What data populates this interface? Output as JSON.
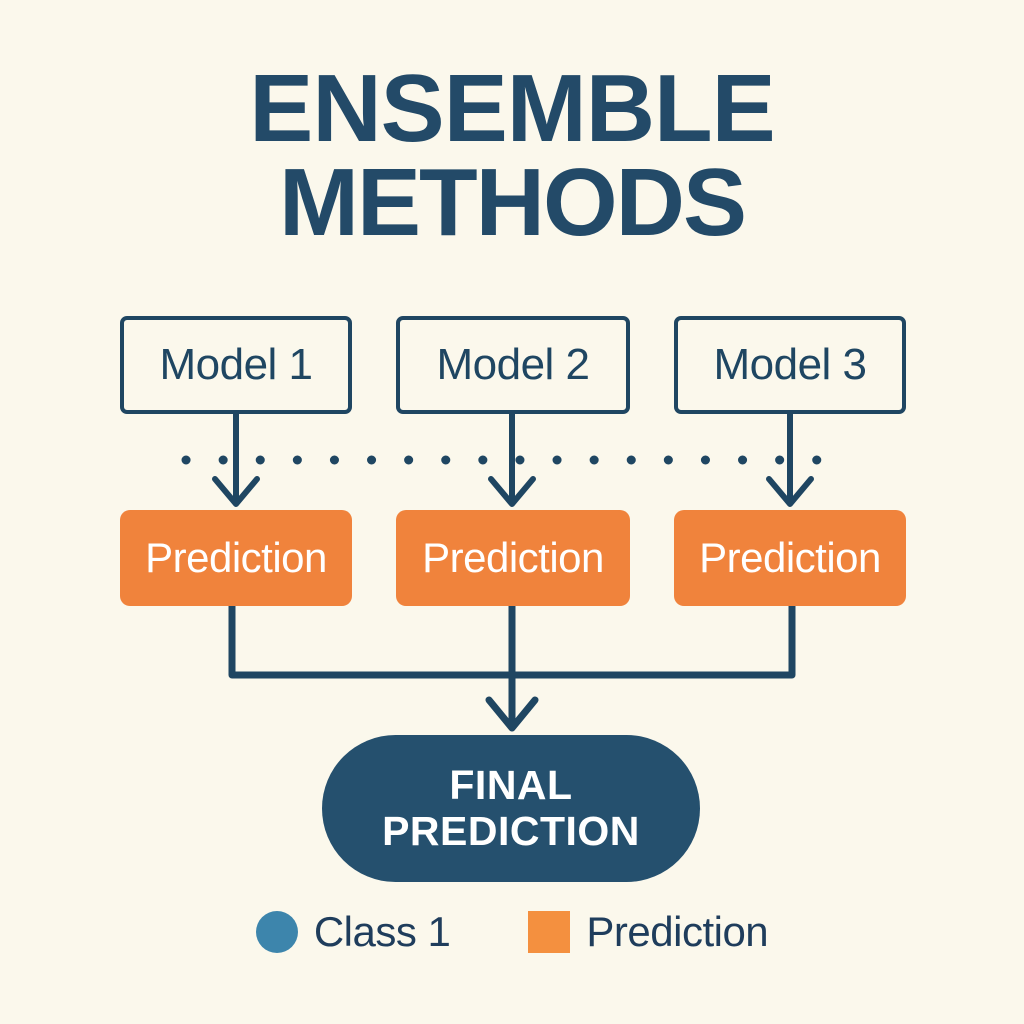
{
  "title": {
    "line1": "ENSEMBLE",
    "line2": "METHODS"
  },
  "models": [
    {
      "label": "Model 1"
    },
    {
      "label": "Model 2"
    },
    {
      "label": "Model 3"
    }
  ],
  "predictions": [
    {
      "label": "Prediction"
    },
    {
      "label": "Prediction"
    },
    {
      "label": "Prediction"
    }
  ],
  "final": {
    "line1": "FINAL",
    "line2": "PREDICTION"
  },
  "legend": [
    {
      "marker": "circle-marker",
      "color": "#3D85AC",
      "label": "Class 1"
    },
    {
      "marker": "square-marker",
      "color": "#F4903F",
      "label": "Prediction"
    }
  ],
  "colors": {
    "background": "#FBF8EC",
    "navy": "#1F4662",
    "navy_dark": "#25506E",
    "orange": "#F0833C",
    "steel_blue": "#3D85AC",
    "white": "#FFFFFF"
  }
}
